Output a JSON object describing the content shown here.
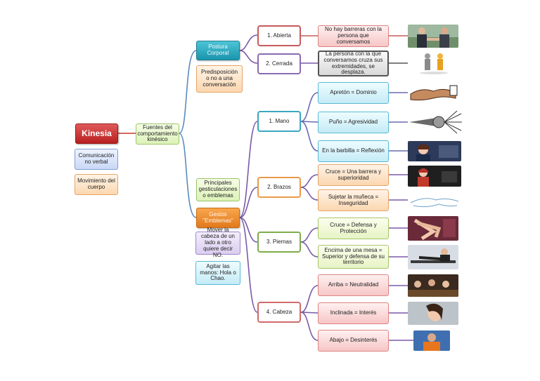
{
  "diagram": {
    "root": {
      "label": "Kinesia"
    },
    "root_notes": {
      "nonverbal": "Comunicación no verbal",
      "movement": "Movimiento del cuerpo"
    },
    "sources": {
      "label": "Fuentes del comportamiento kinésico"
    },
    "postura": {
      "label": "Postura Corporal",
      "note": "Predisposición o no a una conversación",
      "abierta": {
        "label": "1. Abierta",
        "desc": "No hay barreras con la persona que conversamos",
        "photo_icon": "business-handshake-photo"
      },
      "cerrada": {
        "label": "2. Cerrada",
        "desc": "La persona con la que conversamos cruza sus extremidades, se desplaza.",
        "photo_icon": "figures-arguing-photo"
      }
    },
    "gestos": {
      "label": "Gestos \"Emblemas\"",
      "note_main": "Principales gesticulaciones o emblemas",
      "note_no": "Mover la cabeza de un lado a otro quiere decir NO.",
      "note_hola": "Agitar las manos: Hola o Chao.",
      "mano": {
        "label": "1. Mano",
        "items": [
          {
            "text": "Apretón = Dominio",
            "photo_icon": "handshake-drawing"
          },
          {
            "text": "Puño = Agresividad",
            "photo_icon": "fist-punch-drawing"
          },
          {
            "text": "En la barbilla = Reflexión",
            "photo_icon": "woman-thinking-photo"
          }
        ]
      },
      "brazos": {
        "label": "2. Brazos",
        "items": [
          {
            "text": "Cruce = Una barrera y superioridad",
            "photo_icon": "crossed-arms-photo"
          },
          {
            "text": "Sujetar la muñeca = Inseguridad",
            "photo_icon": "wrist-grab-sketch"
          }
        ]
      },
      "piernas": {
        "label": "3.  Piernas",
        "items": [
          {
            "text": "Cruce = Defensa y Protección",
            "photo_icon": "crossed-legs-photo"
          },
          {
            "text": "Encima de una mesa = Superior y defensa de su territorio",
            "photo_icon": "feet-on-desk-photo"
          }
        ]
      },
      "cabeza": {
        "label": "4. Cabeza",
        "items": [
          {
            "text": "Arriba = Neutralidad",
            "photo_icon": "group-meeting-photo"
          },
          {
            "text": "Inclinada = Interés",
            "photo_icon": "woman-tilted-head-photo"
          },
          {
            "text": "Abajo = Desinterés",
            "photo_icon": "man-head-down-photo"
          }
        ]
      }
    },
    "colors": {
      "trunk_line": "#5b8bbd",
      "postura_line": "#7a5aa8",
      "mano_line": "#6a6ab2",
      "root_line": "#c0392b"
    }
  }
}
